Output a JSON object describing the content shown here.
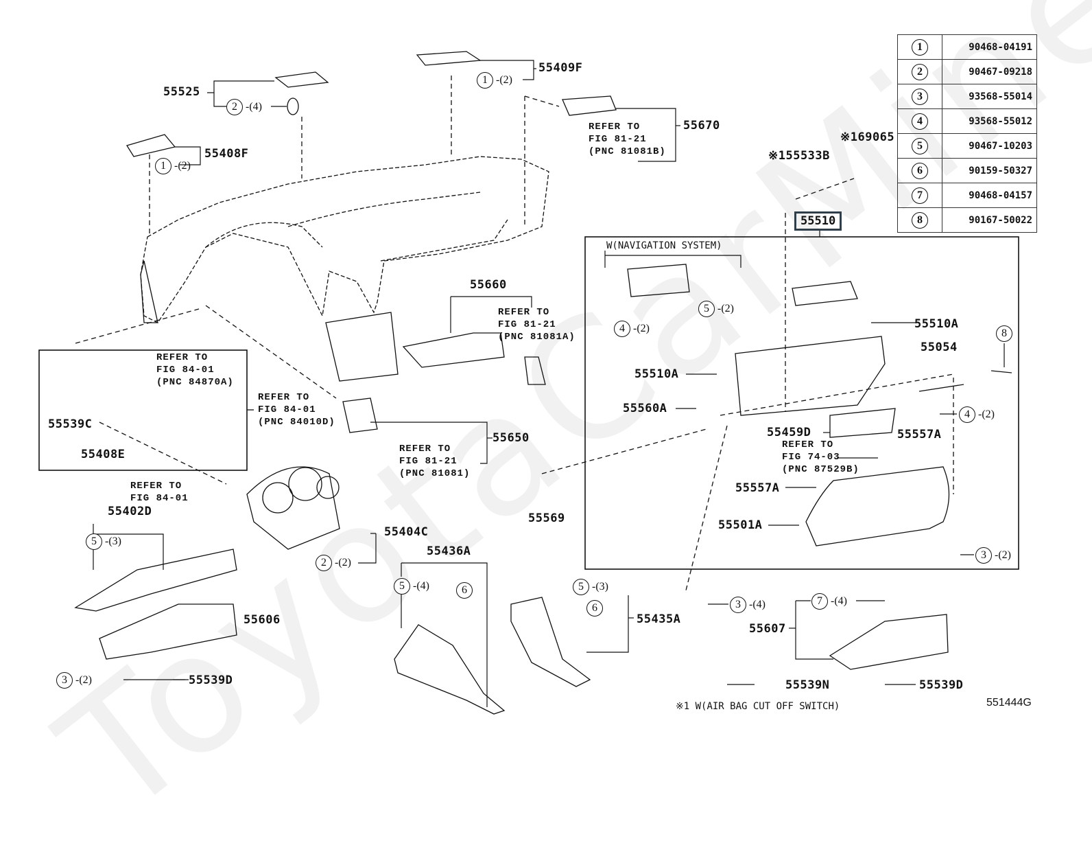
{
  "diagram": {
    "figure_id": "551444G",
    "watermark": "ToyotaCarMine",
    "footnote": "※1 W(AIR BAG CUT OFF SWITCH)",
    "highlighted_part": "55510",
    "navigation_group_label": "W(NAVIGATION SYSTEM)"
  },
  "legend": [
    {
      "num": "1",
      "part": "90468-04191"
    },
    {
      "num": "2",
      "part": "90467-09218"
    },
    {
      "num": "3",
      "part": "93568-55014"
    },
    {
      "num": "4",
      "part": "93568-55012"
    },
    {
      "num": "5",
      "part": "90467-10203"
    },
    {
      "num": "6",
      "part": "90159-50327"
    },
    {
      "num": "7",
      "part": "90468-04157"
    },
    {
      "num": "8",
      "part": "90167-50022"
    }
  ],
  "parts": {
    "p55525": "55525",
    "p55409F": "55409F",
    "p55408F": "55408F",
    "p55670": "55670",
    "p155533B": "※155533B",
    "p169065": "※169065",
    "p55660": "55660",
    "p55510A_r": "55510A",
    "p55510A_l": "55510A",
    "p55054": "55054",
    "p55560A": "55560A",
    "p55539C": "55539C",
    "p55408E": "55408E",
    "p55650": "55650",
    "p55459D": "55459D",
    "p55557A_r": "55557A",
    "p55557A_l": "55557A",
    "p55569": "55569",
    "p55501A": "55501A",
    "p55402D": "55402D",
    "p55404C": "55404C",
    "p55436A": "55436A",
    "p55435A": "55435A",
    "p55606": "55606",
    "p55607": "55607",
    "p55539D_l": "55539D",
    "p55539N": "55539N",
    "p55539D_r": "55539D"
  },
  "refs": {
    "r81081B": "REFER TO\nFIG 81-21\n(PNC 81081B)",
    "r81081A": "REFER TO\nFIG 81-21\n(PNC 81081A)",
    "r84870A": "REFER TO\nFIG 84-01\n(PNC 84870A)",
    "r84010D": "REFER TO\nFIG 84-01\n(PNC 84010D)",
    "r81081": "REFER TO\nFIG 81-21\n(PNC 81081)",
    "r87529B": "REFER TO\nFIG 74-03\n(PNC 87529B)",
    "r8401": "REFER TO\nFIG 84-01"
  },
  "callouts": {
    "c55525": {
      "num": "2",
      "qty": "-(4)"
    },
    "c55409F": {
      "num": "1",
      "qty": "-(2)"
    },
    "c55408F": {
      "num": "1",
      "qty": "-(2)"
    },
    "c_nav5": {
      "num": "5",
      "qty": "-(2)"
    },
    "c_nav4": {
      "num": "4",
      "qty": "-(2)"
    },
    "c_r8": {
      "num": "8",
      "qty": ""
    },
    "c_r4": {
      "num": "4",
      "qty": "-(2)"
    },
    "c_r3": {
      "num": "3",
      "qty": "-(2)"
    },
    "c55402D": {
      "num": "5",
      "qty": "-(3)"
    },
    "c55404C": {
      "num": "2",
      "qty": "-(2)"
    },
    "c55436A_5": {
      "num": "5",
      "qty": "-(4)"
    },
    "c55436A_6": {
      "num": "6",
      "qty": ""
    },
    "c55435A_5": {
      "num": "5",
      "qty": "-(3)"
    },
    "c55435A_6": {
      "num": "6",
      "qty": ""
    },
    "c_mid3": {
      "num": "3",
      "qty": "-(4)"
    },
    "c55607": {
      "num": "7",
      "qty": "-(4)"
    },
    "c_bl3": {
      "num": "3",
      "qty": "-(2)"
    }
  }
}
